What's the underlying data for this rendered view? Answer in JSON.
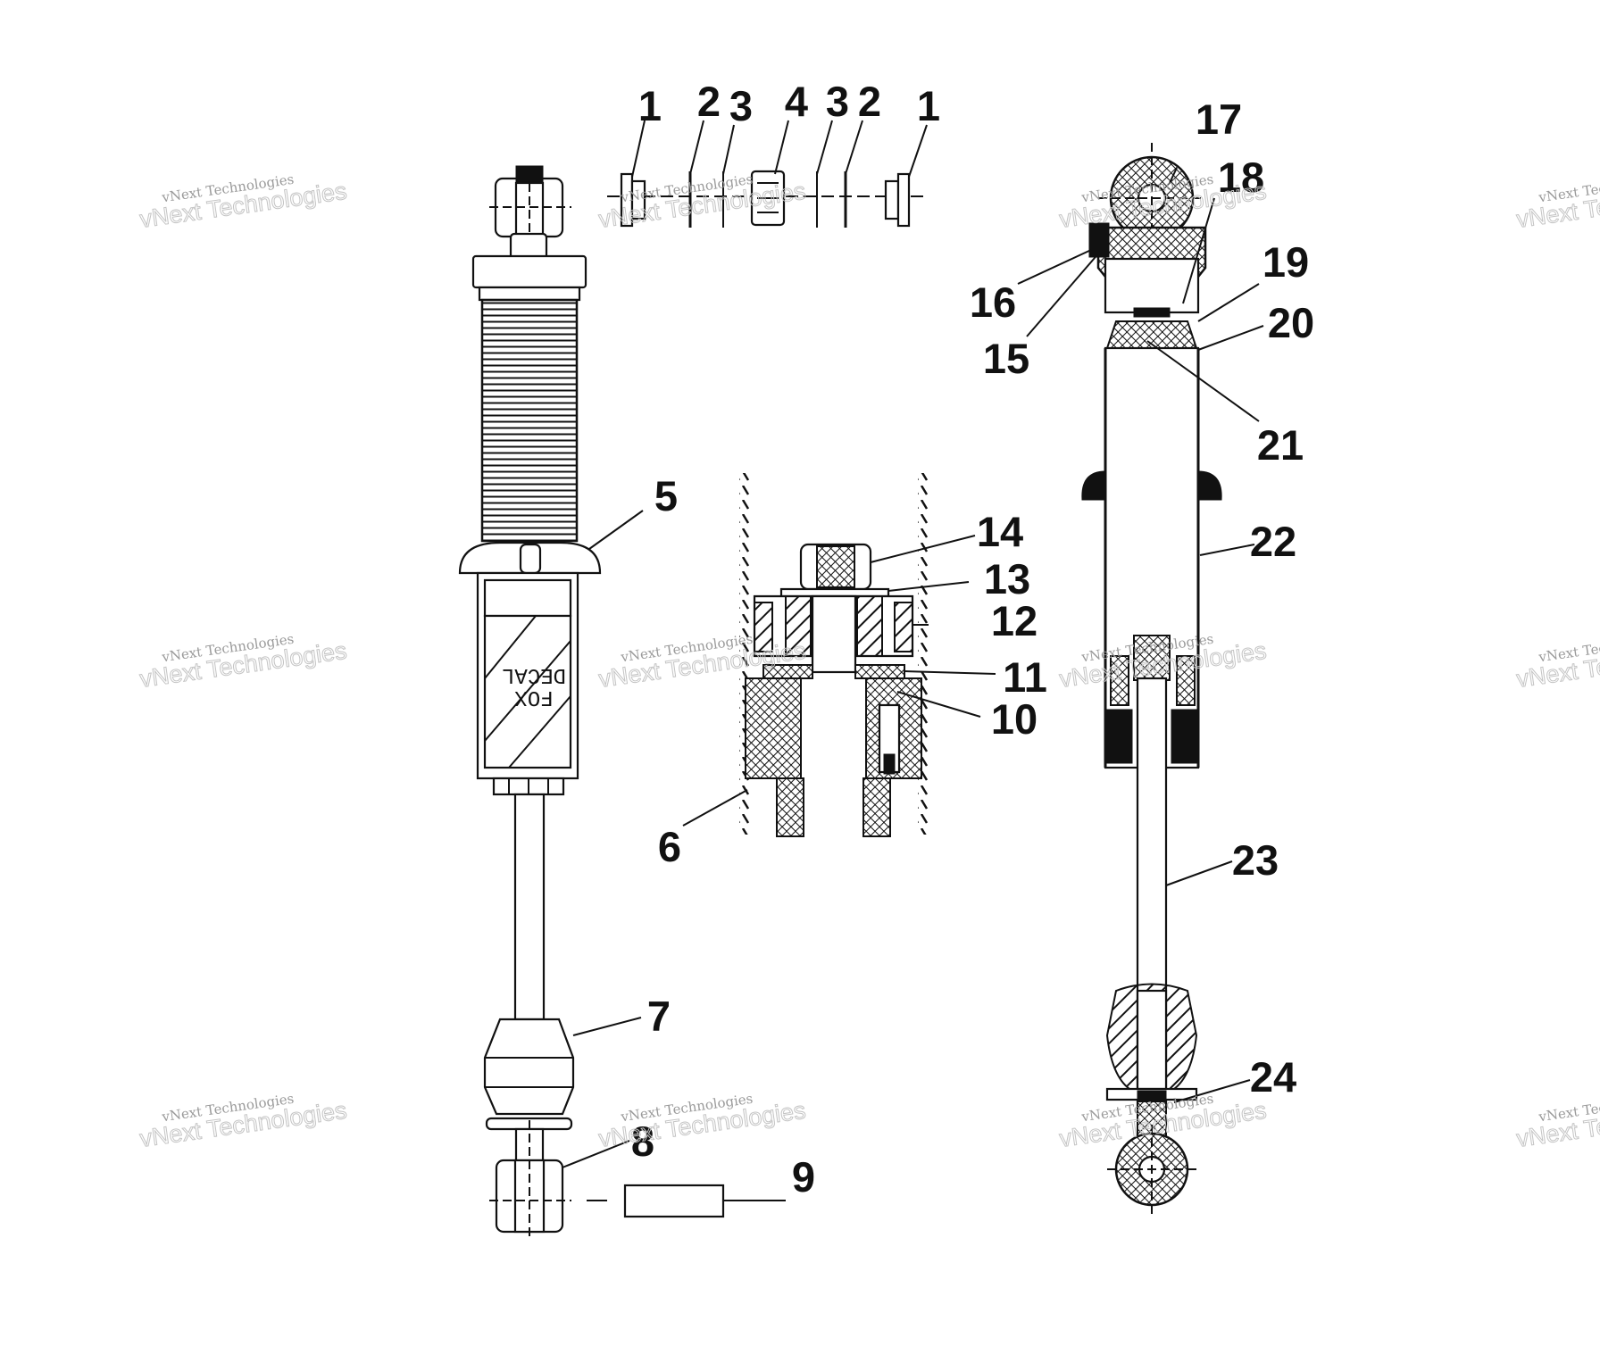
{
  "callouts": [
    {
      "label": "1"
    },
    {
      "label": "2"
    },
    {
      "label": "3"
    },
    {
      "label": "4"
    },
    {
      "label": "3"
    },
    {
      "label": "2"
    },
    {
      "label": "1"
    },
    {
      "label": "5"
    },
    {
      "label": "6"
    },
    {
      "label": "7"
    },
    {
      "label": "8"
    },
    {
      "label": "9"
    },
    {
      "label": "10"
    },
    {
      "label": "11"
    },
    {
      "label": "12"
    },
    {
      "label": "13"
    },
    {
      "label": "14"
    },
    {
      "label": "15"
    },
    {
      "label": "16"
    },
    {
      "label": "17"
    },
    {
      "label": "18"
    },
    {
      "label": "19"
    },
    {
      "label": "20"
    },
    {
      "label": "21"
    },
    {
      "label": "22"
    },
    {
      "label": "23"
    },
    {
      "label": "24"
    }
  ],
  "decal": {
    "line1": "FOX",
    "line2": "DECAL"
  },
  "watermark": {
    "small": "vNext Technologies",
    "big": "vNext Technologies"
  }
}
